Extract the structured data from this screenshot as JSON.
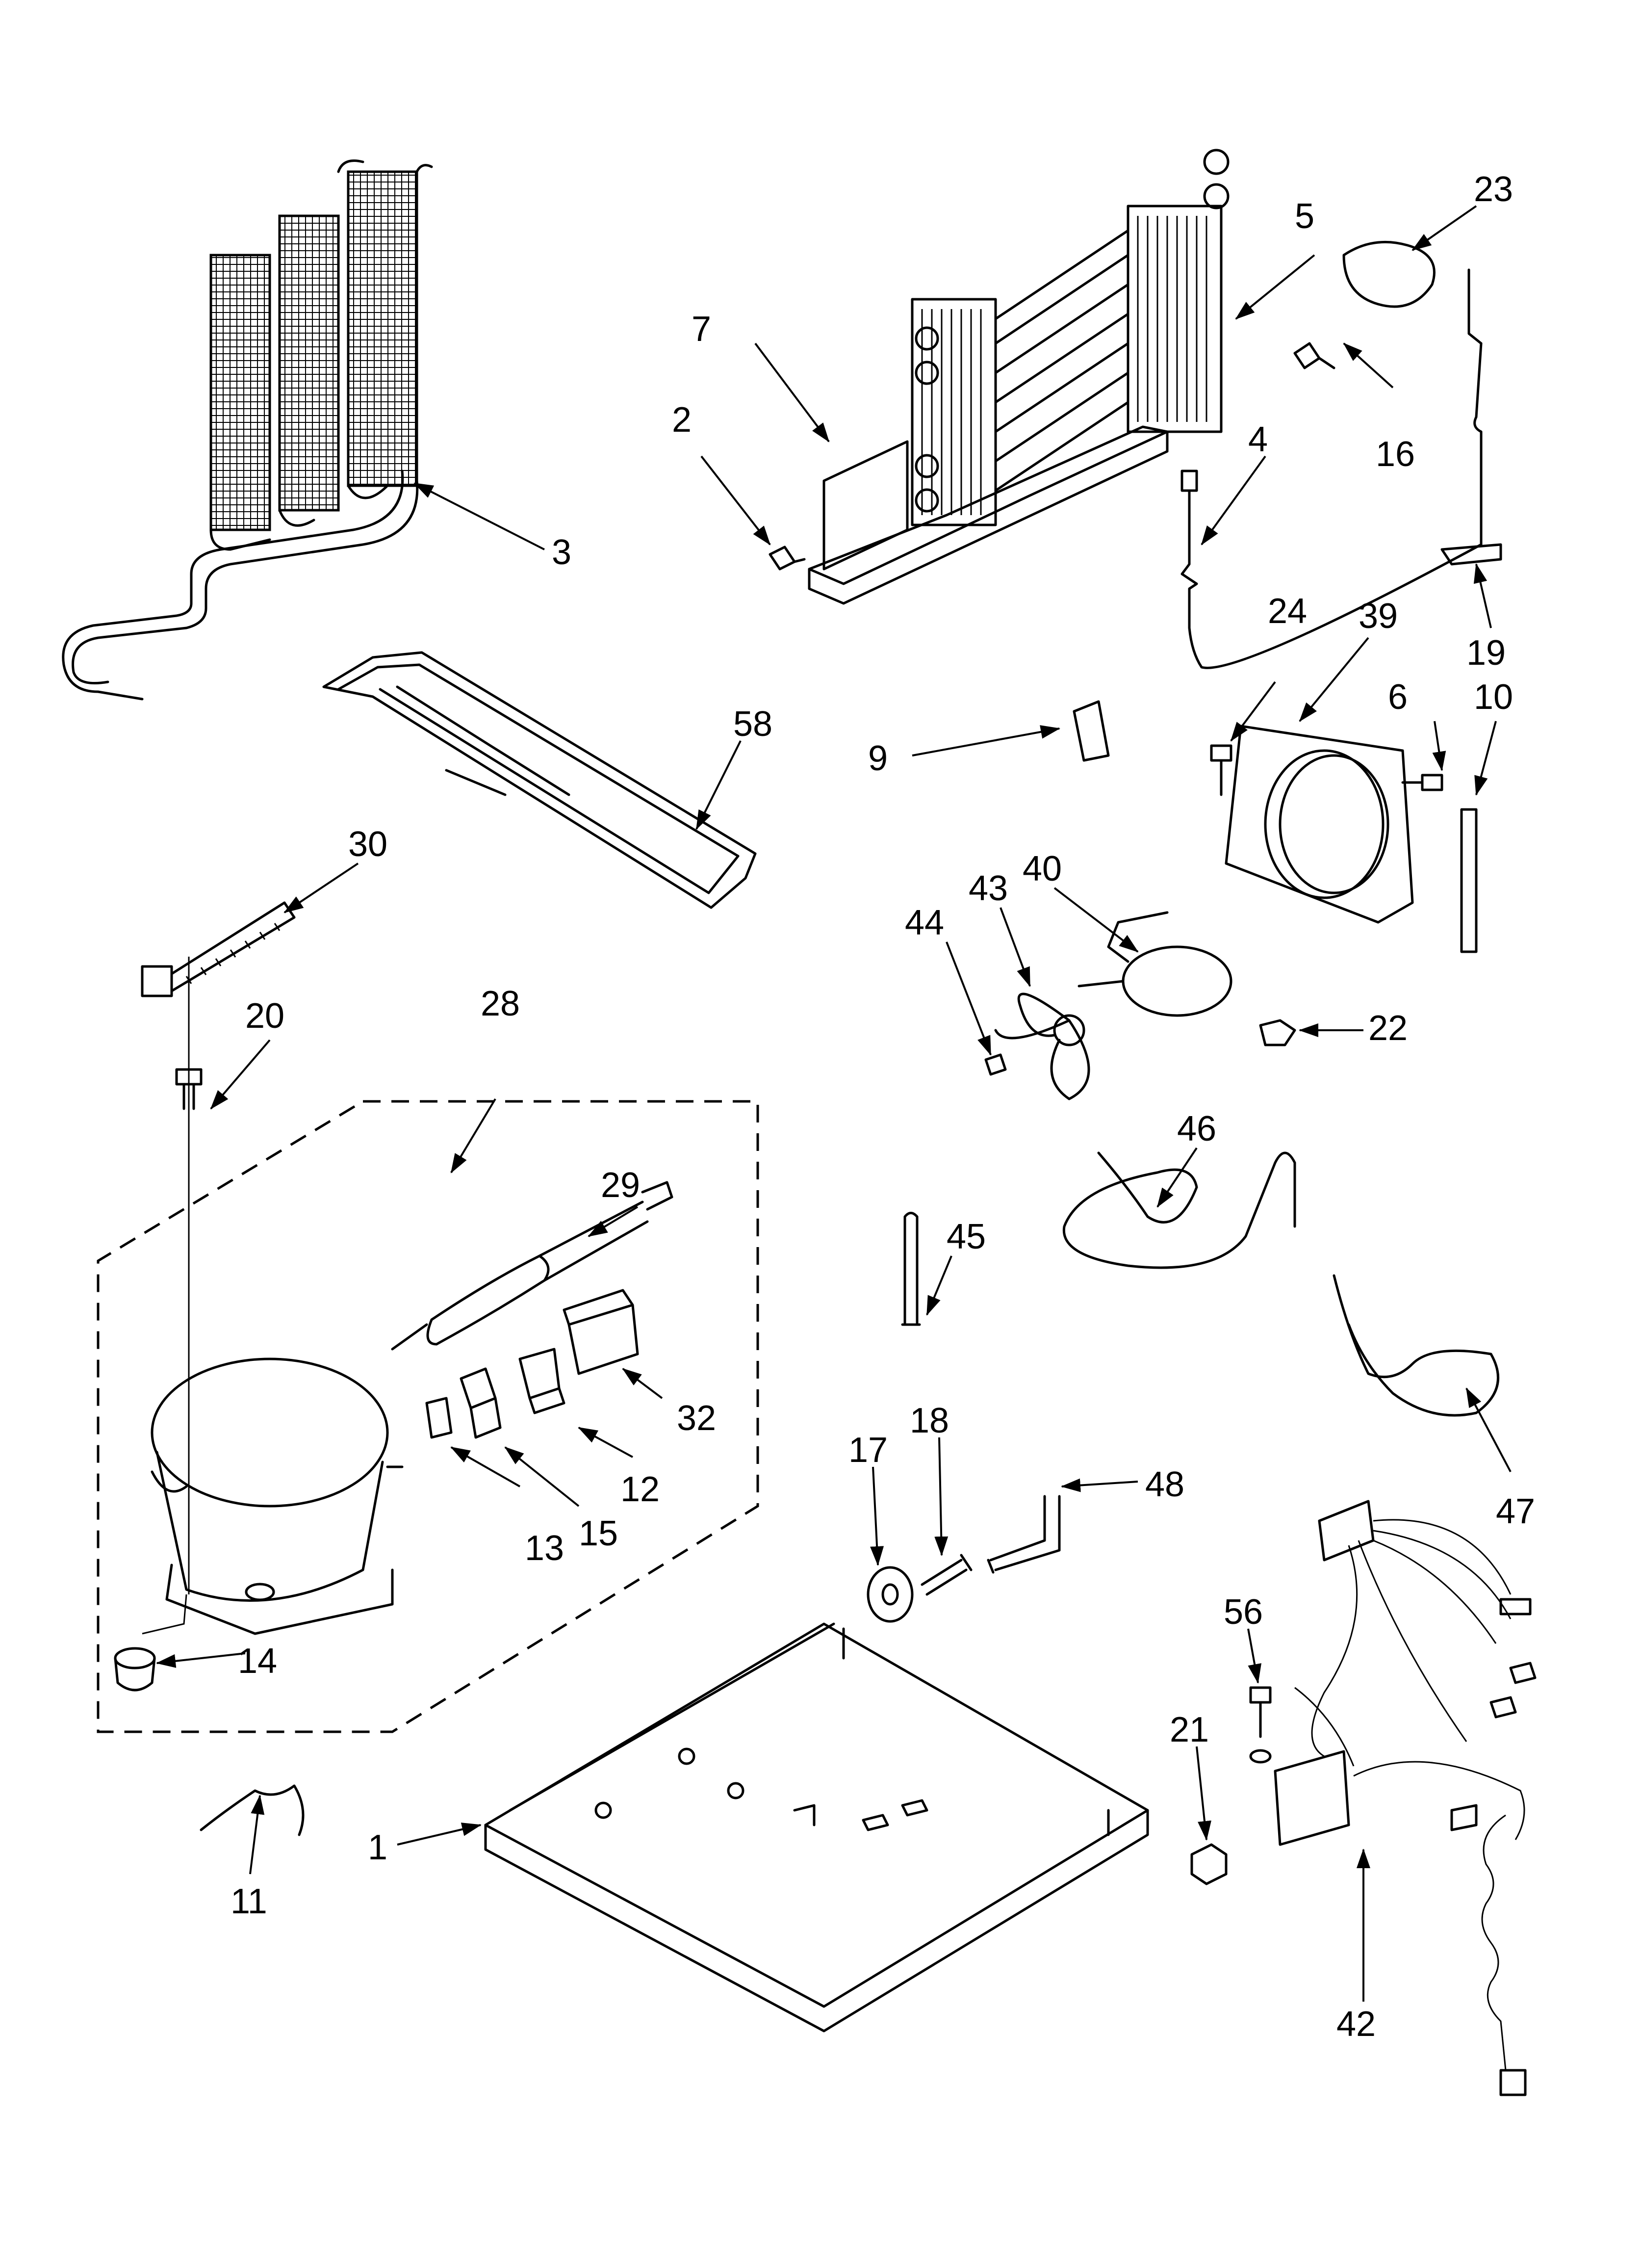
{
  "callouts": {
    "c1": "1",
    "c2": "2",
    "c3": "3",
    "c4": "4",
    "c5": "5",
    "c6": "6",
    "c7": "7",
    "c9": "9",
    "c10": "10",
    "c11": "11",
    "c12": "12",
    "c13": "13",
    "c14": "14",
    "c15": "15",
    "c16": "16",
    "c17": "17",
    "c18": "18",
    "c19": "19",
    "c20": "20",
    "c21": "21",
    "c22": "22",
    "c23": "23",
    "c24": "24",
    "c28": "28",
    "c29": "29",
    "c30": "30",
    "c32": "32",
    "c39": "39",
    "c40": "40",
    "c42": "42",
    "c43": "43",
    "c44": "44",
    "c45": "45",
    "c46": "46",
    "c47": "47",
    "c48": "48",
    "c56": "56",
    "c58": "58"
  }
}
